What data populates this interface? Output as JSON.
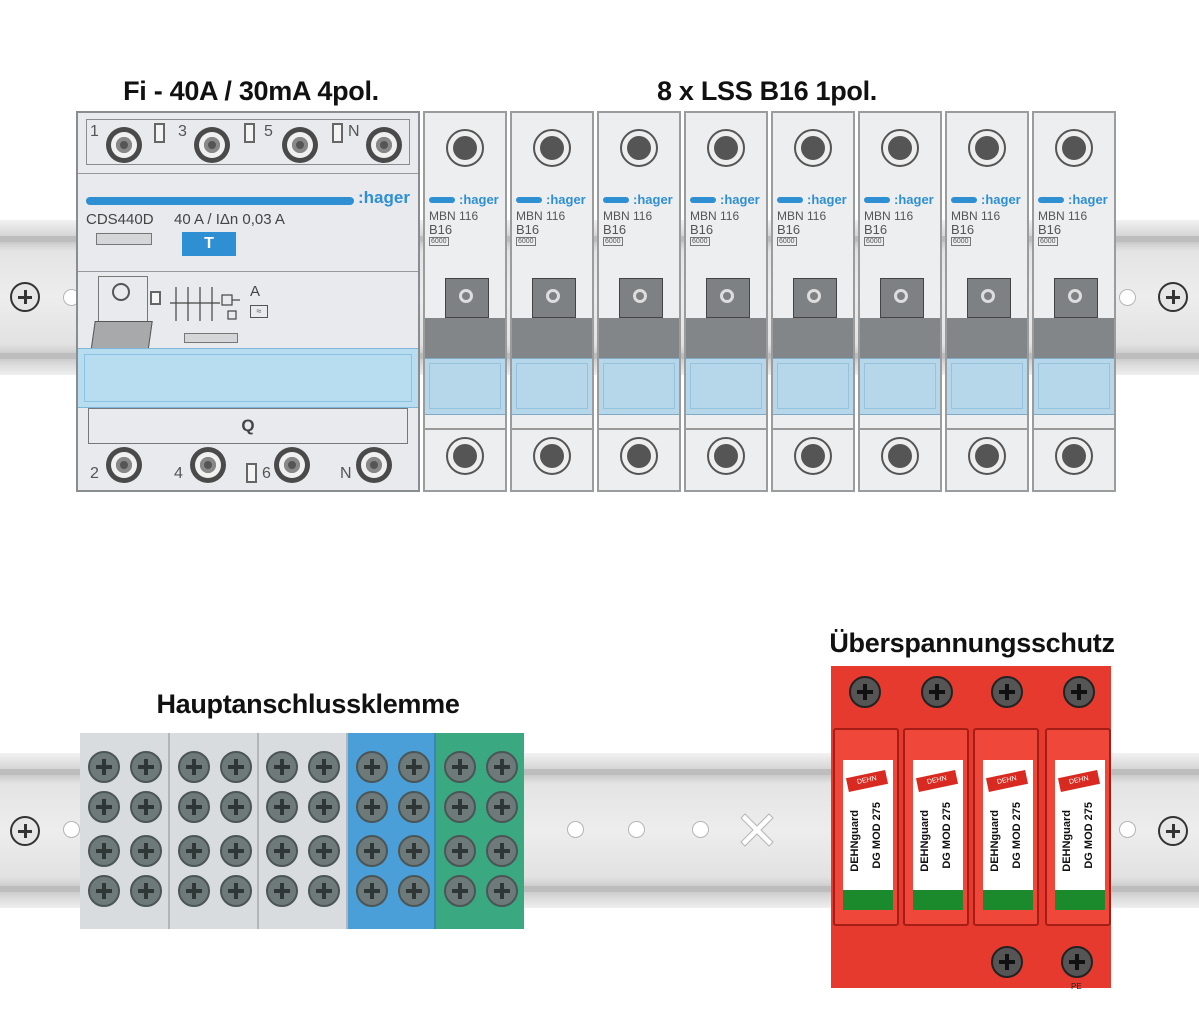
{
  "titles": {
    "rcd": "Fi - 40A / 30mA 4pol.",
    "mcb": "8 x LSS B16 1pol.",
    "main_terminal": "Hauptanschlussklemme",
    "surge": "Überspannungsschutz"
  },
  "rcd": {
    "brand": ":hager",
    "model": "CDS440D",
    "rating": "40 A / IΔn 0,03 A",
    "test_button": "T",
    "top_terminals": [
      "1",
      "3",
      "5",
      "N"
    ],
    "bottom_terminals": [
      "2",
      "4",
      "6",
      "N"
    ],
    "type_mark": "A",
    "bottom_mark": "Q"
  },
  "mcb": {
    "count": 8,
    "brand": ":hager",
    "model": "MBN 116",
    "rating": "B16",
    "breaking": "6000"
  },
  "terminal_block": {
    "segments": [
      {
        "color": "#d9dcde"
      },
      {
        "color": "#d9dcde"
      },
      {
        "color": "#d9dcde"
      },
      {
        "color": "#4a9fd8"
      },
      {
        "color": "#3aa880"
      }
    ]
  },
  "spd": {
    "brand": "DEHNguard",
    "model": "DG MOD 275",
    "logo": "DEHN",
    "pe_label": "PE",
    "color": "#e63a2e"
  }
}
